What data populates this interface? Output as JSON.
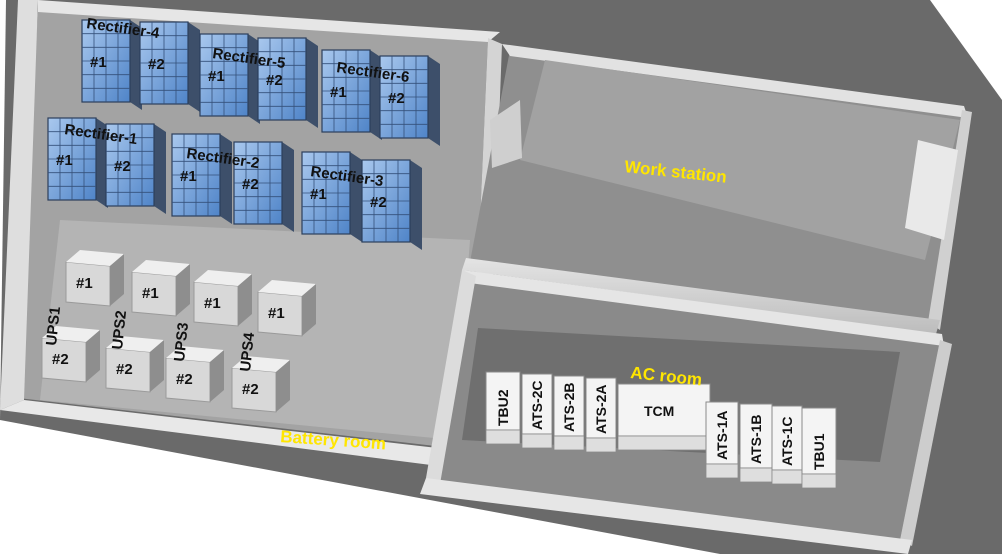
{
  "rooms": {
    "battery": "Battery room",
    "work": "Work station",
    "ac": "AC room"
  },
  "rectifiers": [
    {
      "label": "Rectifier-4",
      "units": [
        "#1",
        "#2"
      ]
    },
    {
      "label": "Rectifier-5",
      "units": [
        "#1",
        "#2"
      ]
    },
    {
      "label": "Rectifier-6",
      "units": [
        "#1",
        "#2"
      ]
    },
    {
      "label": "Rectifier-1",
      "units": [
        "#1",
        "#2"
      ]
    },
    {
      "label": "Rectifier-2",
      "units": [
        "#1",
        "#2"
      ]
    },
    {
      "label": "Rectifier-3",
      "units": [
        "#1",
        "#2"
      ]
    }
  ],
  "ups": [
    {
      "label": "UPS1",
      "units": [
        "#1",
        "#2"
      ]
    },
    {
      "label": "UPS2",
      "units": [
        "#1",
        "#2"
      ]
    },
    {
      "label": "UPS3",
      "units": [
        "#1",
        "#2"
      ]
    },
    {
      "label": "UPS4",
      "units": [
        "#1",
        "#2"
      ]
    }
  ],
  "ac_units": [
    "TBU2",
    "ATS-2C",
    "ATS-2B",
    "ATS-2A",
    "TCM",
    "ATS-1A",
    "ATS-1B",
    "ATS-1C",
    "TBU1"
  ],
  "colors": {
    "room_label": "#ffe600",
    "rack_glass": "#6f9fd8",
    "wall": "#d9d9d9",
    "floor": "#a9a9a9",
    "outside": "#6e6e6e"
  }
}
